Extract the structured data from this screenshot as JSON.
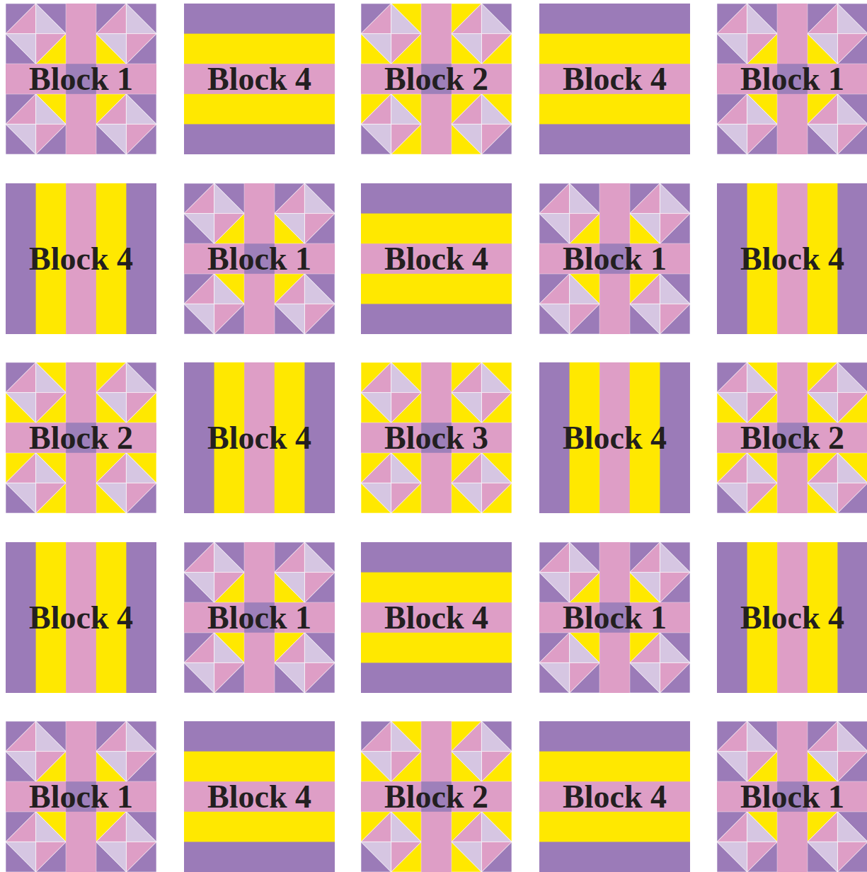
{
  "diagram": {
    "nodes": [
      {
        "text": [
          "Block 1"
        ]
      },
      {
        "text": [
          "Block 4"
        ]
      },
      {
        "text": [
          "Block 2"
        ]
      },
      {
        "text": [
          "Block 4"
        ]
      },
      {
        "text": [
          "Block 1"
        ]
      },
      {
        "text": [
          "Block 4"
        ]
      },
      {
        "text": [
          "Block 1"
        ]
      },
      {
        "text": [
          "Block 4"
        ]
      },
      {
        "text": [
          "Block 1"
        ]
      },
      {
        "text": [
          "Block 4"
        ]
      },
      {
        "text": [
          "Block 2"
        ]
      },
      {
        "text": [
          "Block 4"
        ]
      },
      {
        "text": [
          "Block 3"
        ]
      },
      {
        "text": [
          "Block 4"
        ]
      },
      {
        "text": [
          "Block 2"
        ]
      },
      {
        "text": [
          "Block 4"
        ]
      },
      {
        "text": [
          "Block 1"
        ]
      },
      {
        "text": [
          "Block 4"
        ]
      },
      {
        "text": [
          "Block 1"
        ]
      },
      {
        "text": [
          "Block 4"
        ]
      },
      {
        "text": [
          "Block 1"
        ]
      },
      {
        "text": [
          "Block 4"
        ]
      },
      {
        "text": [
          "Block 2"
        ]
      },
      {
        "text": [
          "Block 4"
        ]
      },
      {
        "text": [
          "Block 1"
        ]
      }
    ]
  }
}
